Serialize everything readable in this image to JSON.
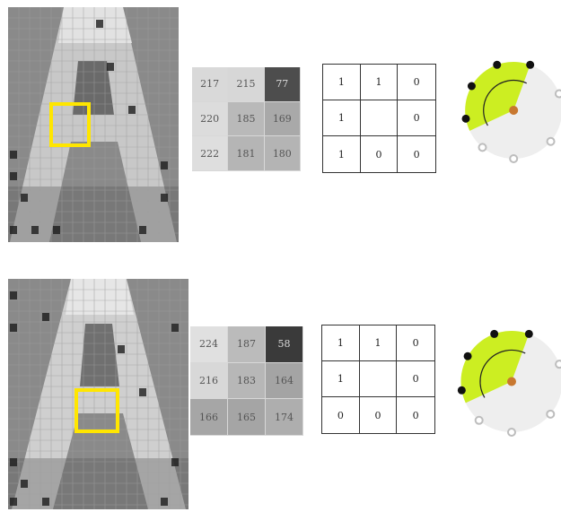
{
  "colors": {
    "highlight": "#ffe600",
    "sector": "#ccee22",
    "center": "#c87830",
    "neighbor_dark": "#111111",
    "neighbor_light": "#bdbdbd",
    "disc": "#eeeeee"
  },
  "examples": [
    {
      "gray_values": [
        "217",
        "215",
        "77",
        "220",
        "185",
        "169",
        "222",
        "181",
        "180"
      ],
      "gray_levels": [
        217,
        215,
        77,
        220,
        185,
        169,
        222,
        181,
        180
      ],
      "binary_values": [
        "1",
        "1",
        "0",
        "1",
        "",
        "0",
        "1",
        "0",
        "0"
      ],
      "neighbor_states": [
        1,
        1,
        1,
        1,
        0,
        0,
        0,
        0
      ]
    },
    {
      "gray_values": [
        "224",
        "187",
        "58",
        "216",
        "183",
        "164",
        "166",
        "165",
        "174"
      ],
      "gray_levels": [
        224,
        187,
        58,
        216,
        183,
        164,
        166,
        165,
        174
      ],
      "binary_values": [
        "1",
        "1",
        "0",
        "1",
        "",
        "0",
        "0",
        "0",
        "0"
      ],
      "neighbor_states": [
        1,
        1,
        1,
        1,
        0,
        0,
        0,
        0
      ]
    }
  ]
}
